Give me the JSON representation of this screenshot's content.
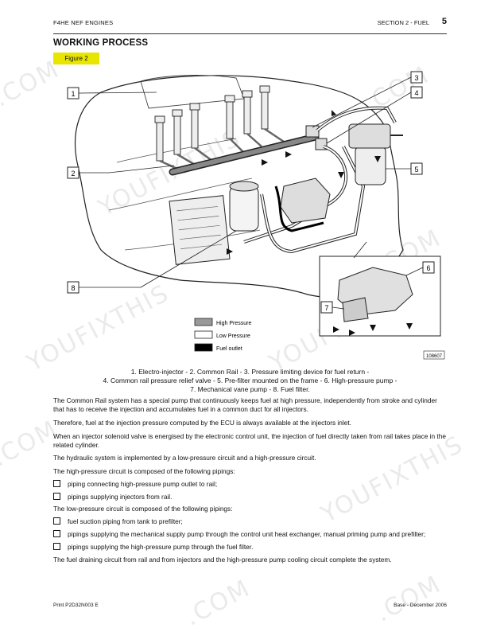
{
  "header": {
    "left": "F4HE NEF ENGINES",
    "right": "SECTION 2 - FUEL",
    "page": "5"
  },
  "title": "WORKING PROCESS",
  "figure_label": "Figure 2",
  "callouts": [
    "1",
    "2",
    "3",
    "4",
    "5",
    "6",
    "7",
    "8"
  ],
  "legend": {
    "high": "High Pressure",
    "low": "Low Pressure",
    "outlet": "Fuel outlet"
  },
  "figure_code": "108607",
  "caption": {
    "line1": "1. Electro-injector - 2. Common Rail - 3. Pressure limiting device for fuel return -",
    "line2": "4. Common rail pressure relief valve - 5. Pre-filter mounted on the frame - 6. High-pressure pump -",
    "line3": "7. Mechanical vane pump - 8. Fuel filter."
  },
  "paragraphs": {
    "p1": "The Common Rail system has a special pump that continuously keeps fuel at high pressure, independently from stroke and cylinder that has to receive the injection and accumulates fuel in a common duct for all injectors.",
    "p2": "Therefore, fuel at the injection pressure computed by the ECU is always available at the injectors inlet.",
    "p3": "When an injector solenoid valve is energised by the electronic control unit, the injection of fuel directly taken from rail takes place in the related cylinder.",
    "p4": "The hydraulic system is implemented by a low-pressure circuit and a high-pressure circuit.",
    "p5": "The high-pressure circuit is composed of the following pipings:",
    "hb1": "piping connecting high-pressure pump outlet to rail;",
    "hb2": "pipings supplying injectors from rail.",
    "p6": "The low-pressure circuit is composed of the following pipings:",
    "lb1": "fuel suction piping from tank to prefilter;",
    "lb2": "pipings supplying the mechanical supply pump through the control unit heat exchanger, manual priming pump and prefilter;",
    "lb3": "pipings supplying the high-pressure pump through the fuel filter.",
    "p7": "The fuel draining circuit from rail and from injectors and the high-pressure pump cooling circuit complete the system."
  },
  "footer": {
    "left": "Print P2D32N003 E",
    "right": "Base - December 2006"
  },
  "watermarks": {
    "brand": "YOUFIXTHIS",
    "suffix": ".COM"
  }
}
